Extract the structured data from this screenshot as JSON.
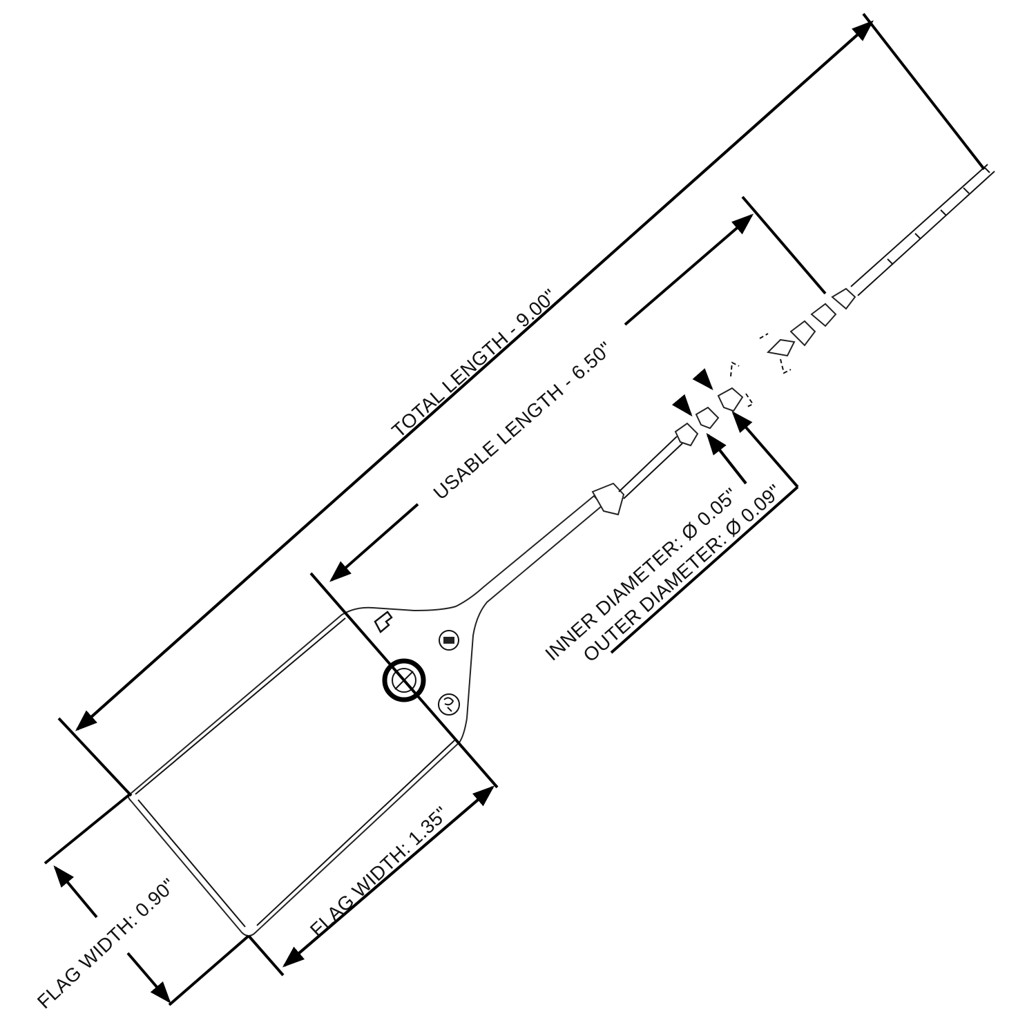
{
  "labels": {
    "total_length": "TOTAL LENGTH - 9.00\"",
    "usable_length": "USABLE LENGTH - 6.50\"",
    "inner_diameter": "INNER DIAMETER: Ø 0.05\"",
    "outer_diameter": "OUTER DIAMETER: Ø 0.09\"",
    "flag_width_long": "FLAG WIDTH: 1.35\"",
    "flag_width_short": "FLAG WIDTH: 0.90\""
  },
  "colors": {
    "line": "#000000",
    "background": "#ffffff"
  }
}
